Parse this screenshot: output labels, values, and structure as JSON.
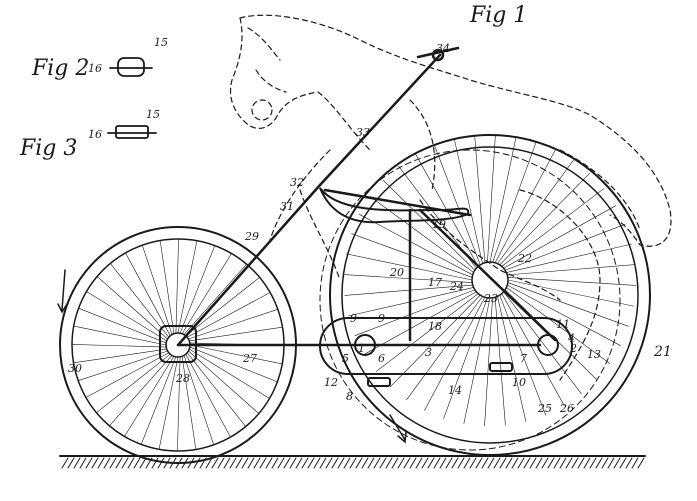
{
  "figures": {
    "fig1": "Fig 1",
    "fig2": "Fig 2",
    "fig3": "Fig 3"
  },
  "reference_numerals": [
    "15",
    "16",
    "15",
    "16",
    "34",
    "33",
    "32",
    "31",
    "29",
    "30",
    "28",
    "27",
    "19",
    "20",
    "17",
    "18",
    "24",
    "22",
    "23",
    "9",
    "11",
    "1",
    "2",
    "3",
    "4",
    "5",
    "6",
    "7",
    "8",
    "12",
    "14",
    "10",
    "13",
    "21",
    "25",
    "26",
    "9"
  ],
  "colors": {
    "ink": "#1a1a1a",
    "paper": "#ffffff"
  }
}
